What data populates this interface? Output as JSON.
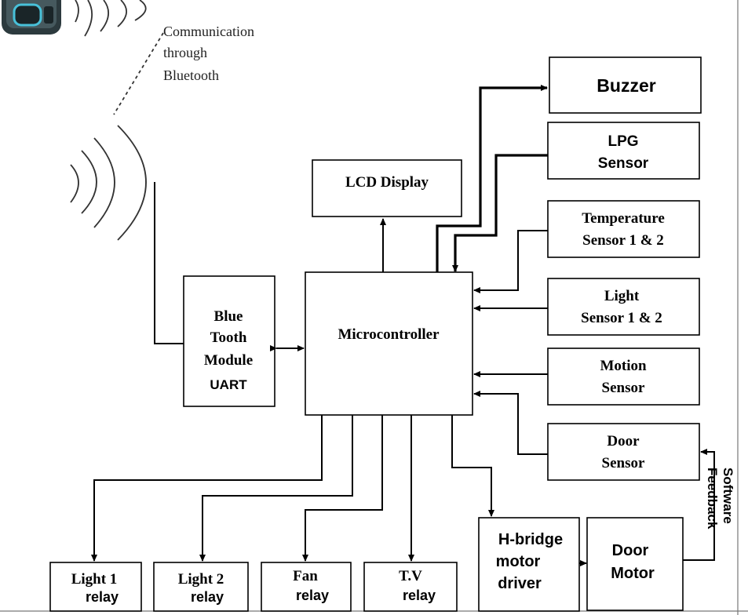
{
  "diagram": {
    "annotation": {
      "line1": "Communication",
      "line2": "through",
      "line3": "Bluetooth"
    },
    "blocks": {
      "microcontroller": "Microcontroller",
      "lcd": "LCD Display",
      "bluetooth": {
        "line1": "Blue",
        "line2": "Tooth",
        "line3": "Module",
        "line4": "UART"
      },
      "buzzer": "Buzzer",
      "lpg": {
        "line1": "LPG",
        "line2": "Sensor"
      },
      "temperature": {
        "line1": "Temperature",
        "line2": "Sensor 1 & 2"
      },
      "light_sensor": {
        "line1": "Light",
        "line2": "Sensor 1 & 2"
      },
      "motion": {
        "line1": "Motion",
        "line2": "Sensor"
      },
      "door_sensor": {
        "line1": "Door",
        "line2": "Sensor"
      },
      "light1_relay": {
        "line1": "Light  1",
        "line2": "relay"
      },
      "light2_relay": {
        "line1": "Light 2",
        "line2": "relay"
      },
      "fan_relay": {
        "line1": "Fan",
        "line2": "relay"
      },
      "tv_relay": {
        "line1": "T.V",
        "line2": "relay"
      },
      "hbridge": {
        "line1": "H-bridge",
        "line2": "motor",
        "line3": "driver"
      },
      "door_motor": {
        "line1": "Door",
        "line2": "Motor"
      }
    },
    "feedback": {
      "line1": "Software",
      "line2": "Feedback"
    }
  }
}
